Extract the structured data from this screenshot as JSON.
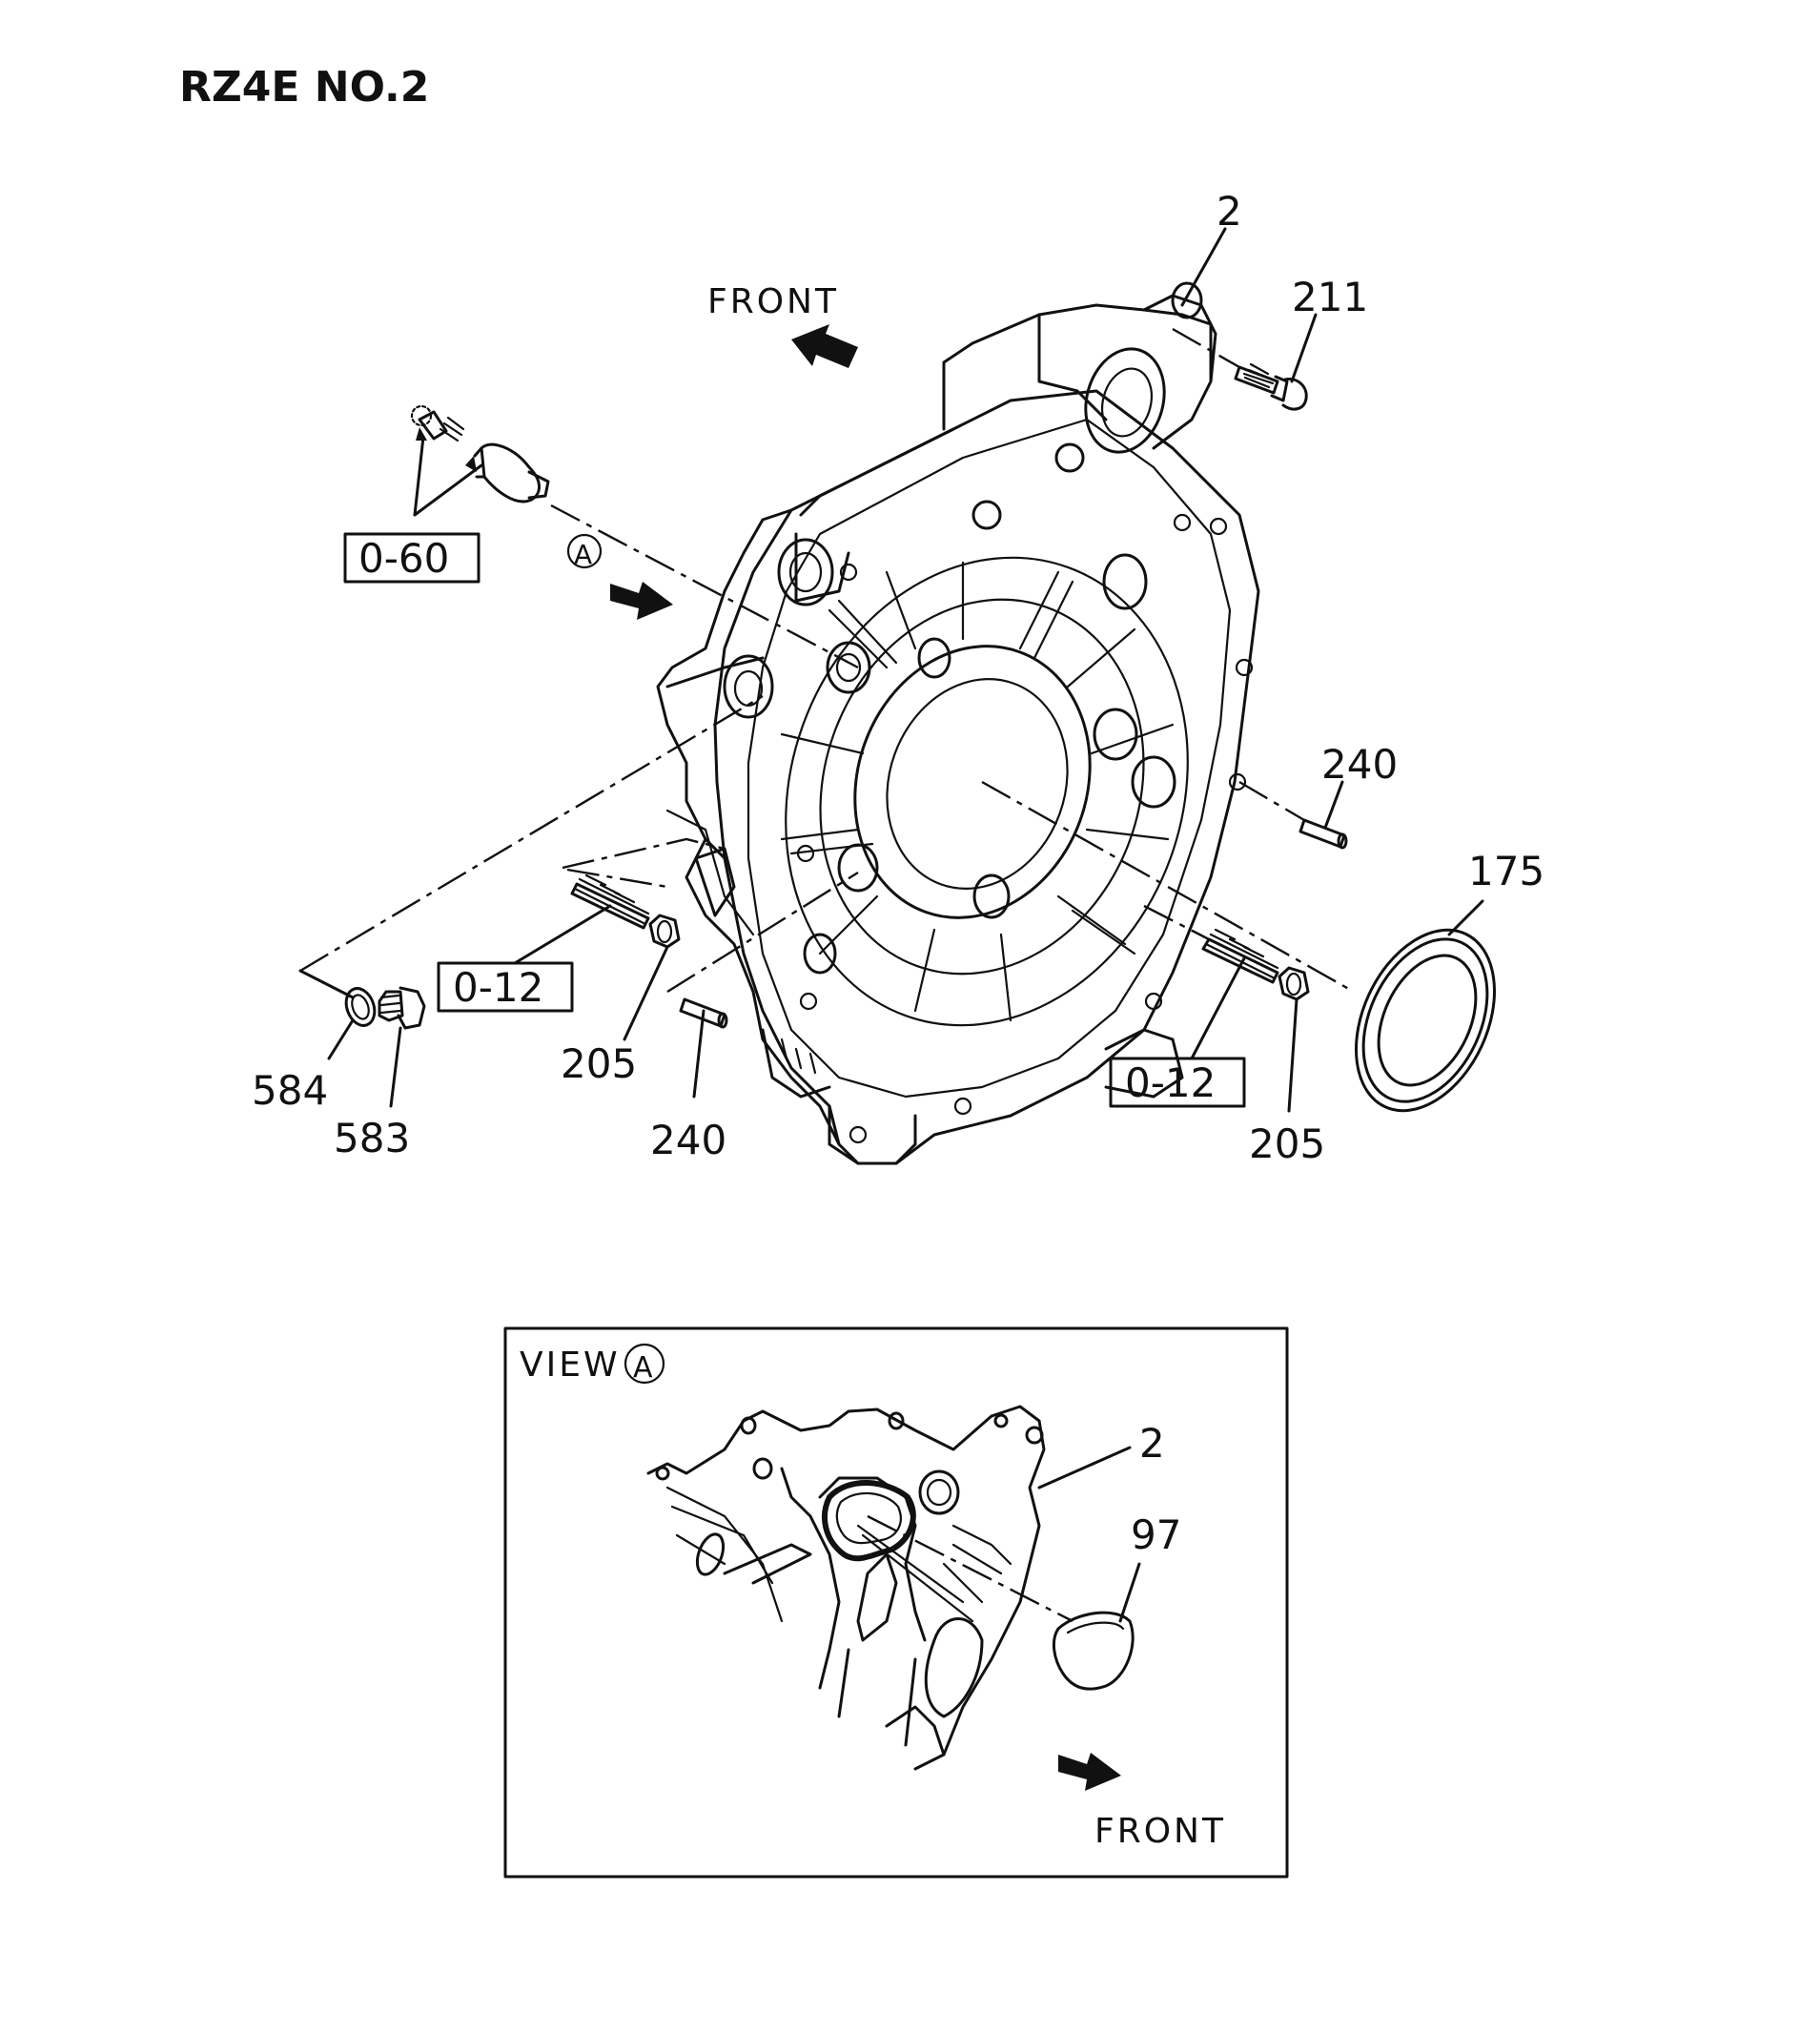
{
  "title": "RZ4E NO.2",
  "main_view": {
    "direction_label": "FRONT",
    "view_marker": "A",
    "callouts": [
      {
        "id": "c-2",
        "text": "2"
      },
      {
        "id": "c-211",
        "text": "211"
      },
      {
        "id": "c-240a",
        "text": "240"
      },
      {
        "id": "c-175",
        "text": "175"
      },
      {
        "id": "c-205a",
        "text": "205"
      },
      {
        "id": "c-240b",
        "text": "240"
      },
      {
        "id": "c-205b",
        "text": "205"
      },
      {
        "id": "c-584",
        "text": "584"
      },
      {
        "id": "c-583",
        "text": "583"
      }
    ],
    "boxed_labels": [
      {
        "id": "b-060",
        "text": "0-60"
      },
      {
        "id": "b-012a",
        "text": "0-12"
      },
      {
        "id": "b-012b",
        "text": "0-12"
      }
    ]
  },
  "inset_view": {
    "title": "VIEW",
    "marker": "A",
    "direction_label": "FRONT",
    "callouts": [
      {
        "id": "i-2",
        "text": "2"
      },
      {
        "id": "i-97",
        "text": "97"
      }
    ]
  }
}
